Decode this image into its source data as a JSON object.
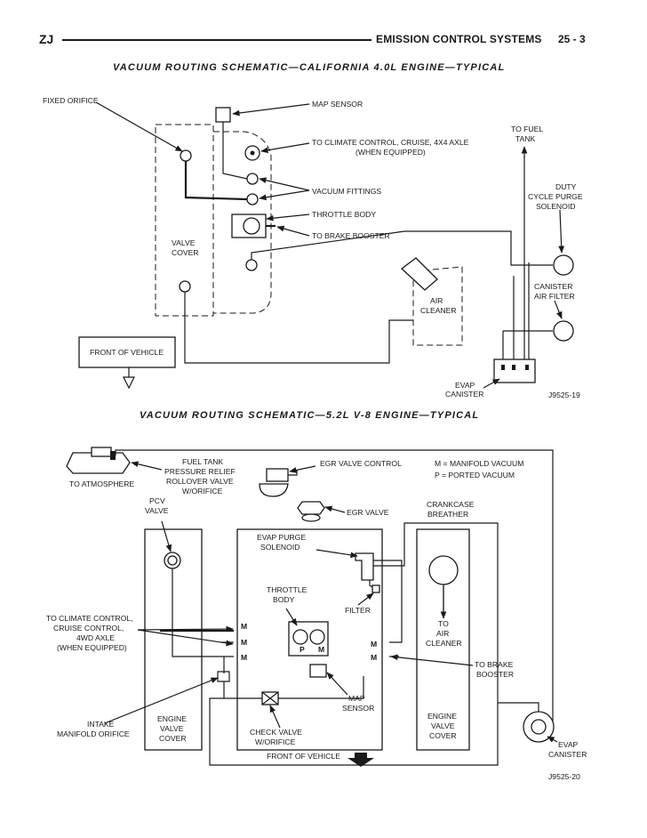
{
  "header": {
    "left_code": "ZJ",
    "section": "EMISSION CONTROL SYSTEMS",
    "page_number": "25 - 3"
  },
  "figure1": {
    "title": "VACUUM ROUTING SCHEMATIC—CALIFORNIA 4.0L ENGINE—TYPICAL",
    "labels": {
      "fixed_orifice": "FIXED ORIFICE",
      "map_sensor": "MAP SENSOR",
      "climate_1": "TO CLIMATE CONTROL, CRUISE, 4X4 AXLE",
      "climate_2": "(WHEN EQUIPPED)",
      "vacuum_fittings": "VACUUM FITTINGS",
      "throttle_body": "THROTTLE BODY",
      "brake_booster": "TO BRAKE BOOSTER",
      "valve_cover_1": "VALVE",
      "valve_cover_2": "COVER",
      "air_cleaner_1": "AIR",
      "air_cleaner_2": "CLEANER",
      "front_of_vehicle": "FRONT OF VEHICLE",
      "fuel_tank_1": "TO FUEL",
      "fuel_tank_2": "TANK",
      "purge_1": "DUTY",
      "purge_2": "CYCLE PURGE",
      "purge_3": "SOLENOID",
      "filter_1": "CANISTER",
      "filter_2": "AIR FILTER",
      "evap_1": "EVAP",
      "evap_2": "CANISTER",
      "fig_code": "J9525-19"
    }
  },
  "figure2": {
    "title": "VACUUM ROUTING SCHEMATIC—5.2L V-8 ENGINE—TYPICAL",
    "labels": {
      "fuel_tank_1": "FUEL TANK",
      "fuel_tank_2": "PRESSURE RELIEF",
      "fuel_tank_3": "ROLLOVER VALVE",
      "fuel_tank_4": "W/ORIFICE",
      "to_atmosphere": "TO ATMOSPHERE",
      "egr_control": "EGR VALVE CONTROL",
      "egr_valve": "EGR VALVE",
      "legend_m": "M  =  MANIFOLD VACUUM",
      "legend_p": "P  =  PORTED VACUUM",
      "pcv_1": "PCV",
      "pcv_2": "VALVE",
      "purge_1": "EVAP PURGE",
      "purge_2": "SOLENOID",
      "crankcase_1": "CRANKCASE",
      "crankcase_2": "BREATHER",
      "throttle_1": "THROTTLE",
      "throttle_2": "BODY",
      "filter": "FILTER",
      "climate_1": "TO CLIMATE CONTROL,",
      "climate_2": "CRUISE CONTROL,",
      "climate_3": "4WD AXLE",
      "climate_4": "(WHEN EQUIPPED)",
      "to_air_1": "TO",
      "to_air_2": "AIR",
      "to_air_3": "CLEANER",
      "brake_1": "TO BRAKE",
      "brake_2": "BOOSTER",
      "map_1": "MAP",
      "map_2": "SENSOR",
      "orifice_1": "INTAKE",
      "orifice_2": "MANIFOLD ORIFICE",
      "evc_1": "ENGINE",
      "evc_2": "VALVE",
      "evc_3": "COVER",
      "check_1": "CHECK VALVE",
      "check_2": "W/ORIFICE",
      "front_of_vehicle": "FRONT OF VEHICLE",
      "evap_1": "EVAP",
      "evap_2": "CANISTER",
      "port_m": "M",
      "port_p": "P",
      "fig_code": "J9525-20"
    }
  }
}
